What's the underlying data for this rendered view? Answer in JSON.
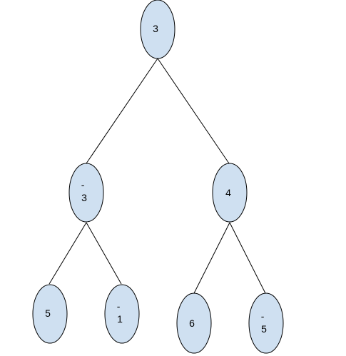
{
  "colors": {
    "node_fill": "#cfe0f1",
    "stroke": "#000000",
    "background": "#ffffff"
  },
  "nodes": [
    {
      "id": "root",
      "label": "3",
      "lines": [
        "3"
      ]
    },
    {
      "id": "left",
      "label": "-3",
      "lines": [
        "-",
        "3"
      ]
    },
    {
      "id": "right",
      "label": "4",
      "lines": [
        "4"
      ]
    },
    {
      "id": "left-left",
      "label": "5",
      "lines": [
        "5"
      ]
    },
    {
      "id": "left-right",
      "label": "-1",
      "lines": [
        "-",
        "1"
      ]
    },
    {
      "id": "right-left",
      "label": "6",
      "lines": [
        "6"
      ]
    },
    {
      "id": "right-right",
      "label": "-5",
      "lines": [
        "-",
        "5"
      ]
    }
  ],
  "edges": [
    {
      "from": "root",
      "to": "left"
    },
    {
      "from": "root",
      "to": "right"
    },
    {
      "from": "left",
      "to": "left-left"
    },
    {
      "from": "left",
      "to": "left-right"
    },
    {
      "from": "right",
      "to": "right-left"
    },
    {
      "from": "right",
      "to": "right-right"
    }
  ]
}
